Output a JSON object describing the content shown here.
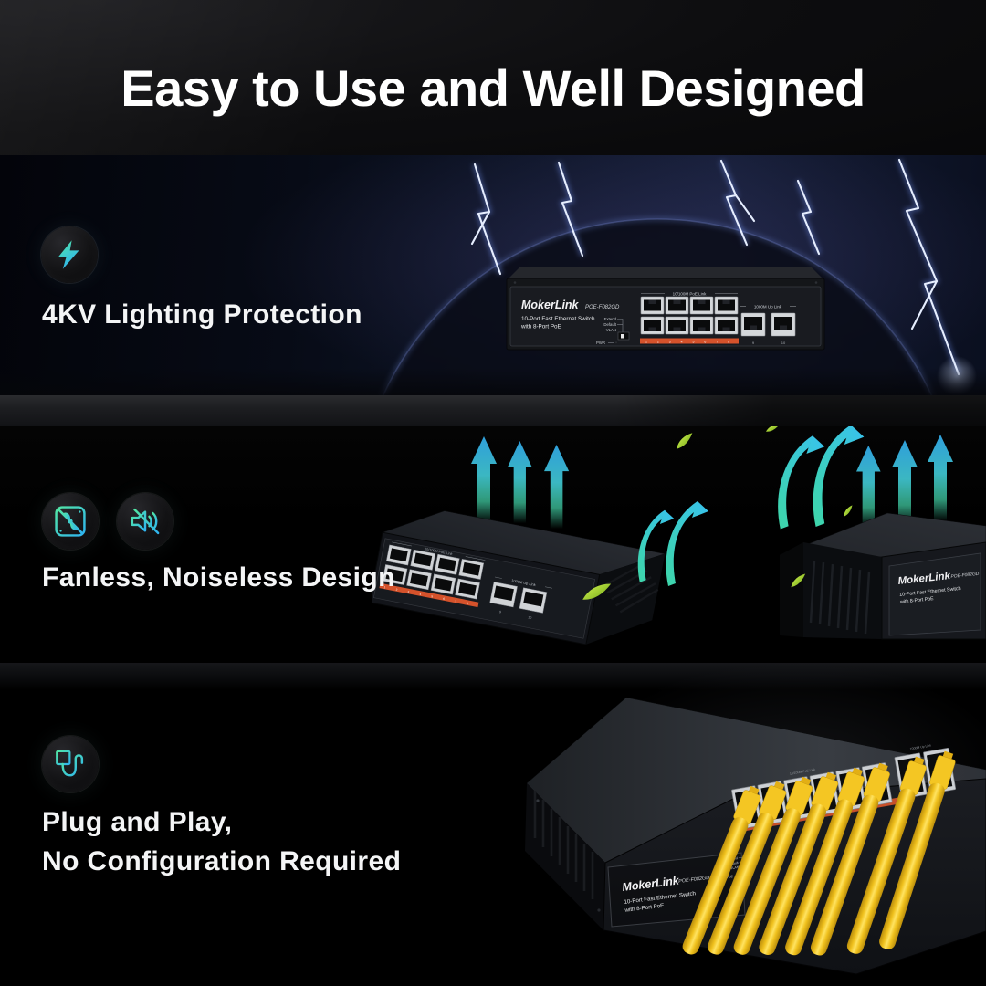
{
  "title": {
    "text": "Easy to Use and Well Designed"
  },
  "sections": [
    {
      "id": "lightning-protection",
      "label": "4KV Lighting Protection",
      "icons": [
        "lightning-bolt-icon"
      ]
    },
    {
      "id": "fanless-noiseless",
      "label": "Fanless, Noiseless Design",
      "icons": [
        "fan-off-icon",
        "speaker-mute-icon"
      ]
    },
    {
      "id": "plug-and-play",
      "label_line1": "Plug and Play,",
      "label_line2": "No Configuration Required",
      "icons": [
        "ethernet-plug-icon"
      ]
    }
  ],
  "switch": {
    "brand": "MokerLink",
    "model": "POE-F082GD",
    "desc_line1": "10-Port Fast Ethernet Switch",
    "desc_line2": "with 8-Port PoE",
    "labels": {
      "poe_link": "10/100M PoE Link",
      "uplink": "1000M Up Link",
      "dip_extend": "Extend",
      "dip_default": "Default",
      "dip_vlan": "VLAN",
      "pwr": "PWR",
      "poe": "PoE",
      "port_strip_numbers": "12345678",
      "uplink_number_9": "9",
      "uplink_number_10": "10"
    }
  },
  "colors": {
    "accent_gradient_from": "#52e6a4",
    "accent_gradient_to": "#2fb4f0",
    "arrow_blue": "#2f9fdb",
    "arrow_teal": "#3fcaa0",
    "leaf_green": "#a6d32e",
    "poe_strip_orange": "#d5522b",
    "cable_yellow": "#f2c21d",
    "switch_body": "#141619",
    "storm_sky": "#151d36",
    "background": "#000000",
    "title_text": "#ffffff"
  }
}
